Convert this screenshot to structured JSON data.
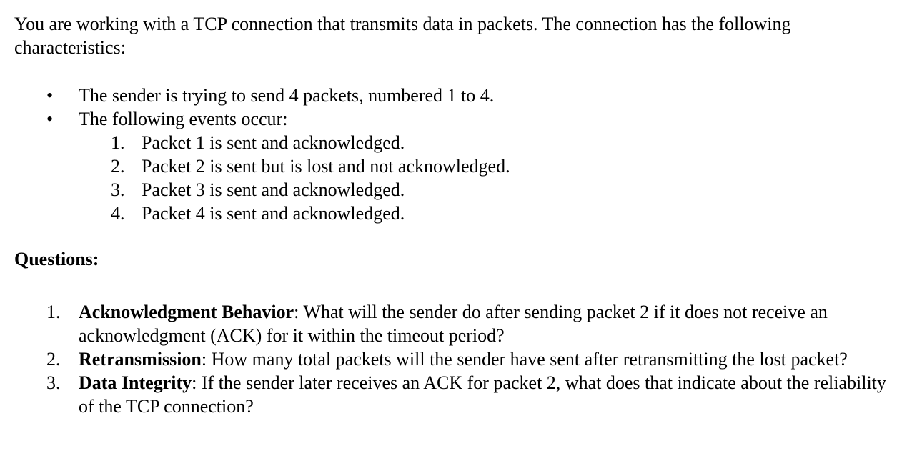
{
  "document": {
    "intro": "You are working with a TCP connection that transmits data in packets. The connection has the following characteristics:",
    "bullets": [
      {
        "marker": "•",
        "text": "The sender is trying to send 4 packets, numbered 1 to 4."
      },
      {
        "marker": "•",
        "text": "The following events occur:"
      }
    ],
    "events": [
      {
        "marker": "1.",
        "text": "Packet 1 is sent and acknowledged."
      },
      {
        "marker": "2.",
        "text": "Packet 2 is sent but is lost and not acknowledged."
      },
      {
        "marker": "3.",
        "text": "Packet 3 is sent and acknowledged."
      },
      {
        "marker": "4.",
        "text": "Packet 4 is sent and acknowledged."
      }
    ],
    "questions_heading": "Questions:",
    "questions": [
      {
        "marker": "1.",
        "bold": "Acknowledgment Behavior",
        "text": ": What will the sender do after sending packet 2 if it does not receive an acknowledgment (ACK) for it within the timeout period?"
      },
      {
        "marker": "2.",
        "bold": "Retransmission",
        "text": ": How many total packets will the sender have sent after retransmitting the lost packet?"
      },
      {
        "marker": "3.",
        "bold": "Data Integrity",
        "text": ": If the sender later receives an ACK for packet 2, what does that indicate about the reliability of the TCP connection?"
      }
    ]
  }
}
